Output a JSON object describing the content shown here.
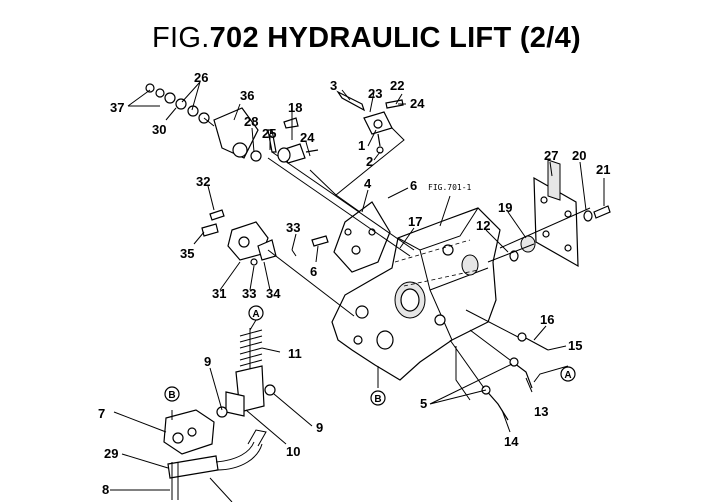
{
  "title": {
    "prefix": "FIG.",
    "main": "702 HYDRAULIC LIFT (2/4)"
  },
  "ref_label": "FIG.701-1",
  "callouts": [
    {
      "id": "c1",
      "text": "1"
    },
    {
      "id": "c2",
      "text": "2"
    },
    {
      "id": "c3",
      "text": "3"
    },
    {
      "id": "c4",
      "text": "4"
    },
    {
      "id": "c5",
      "text": "5"
    },
    {
      "id": "c6a",
      "text": "6"
    },
    {
      "id": "c6b",
      "text": "6"
    },
    {
      "id": "c7",
      "text": "7"
    },
    {
      "id": "c8",
      "text": "8"
    },
    {
      "id": "c9a",
      "text": "9"
    },
    {
      "id": "c9b",
      "text": "9"
    },
    {
      "id": "c10",
      "text": "10"
    },
    {
      "id": "c11",
      "text": "11"
    },
    {
      "id": "c12",
      "text": "12"
    },
    {
      "id": "c13",
      "text": "13"
    },
    {
      "id": "c14",
      "text": "14"
    },
    {
      "id": "c15",
      "text": "15"
    },
    {
      "id": "c16",
      "text": "16"
    },
    {
      "id": "c17",
      "text": "17"
    },
    {
      "id": "c18",
      "text": "18"
    },
    {
      "id": "c19",
      "text": "19"
    },
    {
      "id": "c20",
      "text": "20"
    },
    {
      "id": "c21",
      "text": "21"
    },
    {
      "id": "c22",
      "text": "22"
    },
    {
      "id": "c23",
      "text": "23"
    },
    {
      "id": "c24a",
      "text": "24"
    },
    {
      "id": "c24b",
      "text": "24"
    },
    {
      "id": "c25",
      "text": "25"
    },
    {
      "id": "c26",
      "text": "26"
    },
    {
      "id": "c27",
      "text": "27"
    },
    {
      "id": "c28",
      "text": "28"
    },
    {
      "id": "c29",
      "text": "29"
    },
    {
      "id": "c30",
      "text": "30"
    },
    {
      "id": "c31",
      "text": "31"
    },
    {
      "id": "c32",
      "text": "32"
    },
    {
      "id": "c33a",
      "text": "33"
    },
    {
      "id": "c33b",
      "text": "33"
    },
    {
      "id": "c34",
      "text": "34"
    },
    {
      "id": "c35",
      "text": "35"
    },
    {
      "id": "c36",
      "text": "36"
    },
    {
      "id": "c37",
      "text": "37"
    }
  ],
  "markers": [
    {
      "id": "mA1",
      "text": "A"
    },
    {
      "id": "mA2",
      "text": "A"
    },
    {
      "id": "mB1",
      "text": "B"
    },
    {
      "id": "mB2",
      "text": "B"
    }
  ]
}
